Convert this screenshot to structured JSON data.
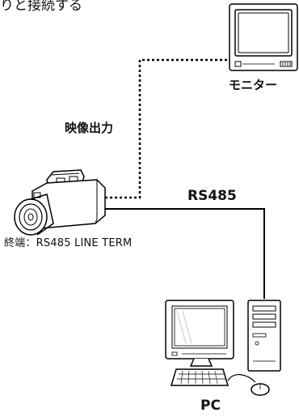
{
  "heading_fragment": "りと接続する",
  "devices": {
    "monitor_label": "モニター",
    "pc_label": "PC"
  },
  "connections": {
    "video_output_label": "映像出力",
    "rs485_label": "RS485"
  },
  "termination_note": "終端：RS485 LINE TERM",
  "colors": {
    "line": "#000000",
    "device_fill": "#ffffff",
    "screen_gray": "#e6e6e6"
  },
  "icons": [
    "camera-icon",
    "monitor-icon",
    "pc-icon"
  ]
}
